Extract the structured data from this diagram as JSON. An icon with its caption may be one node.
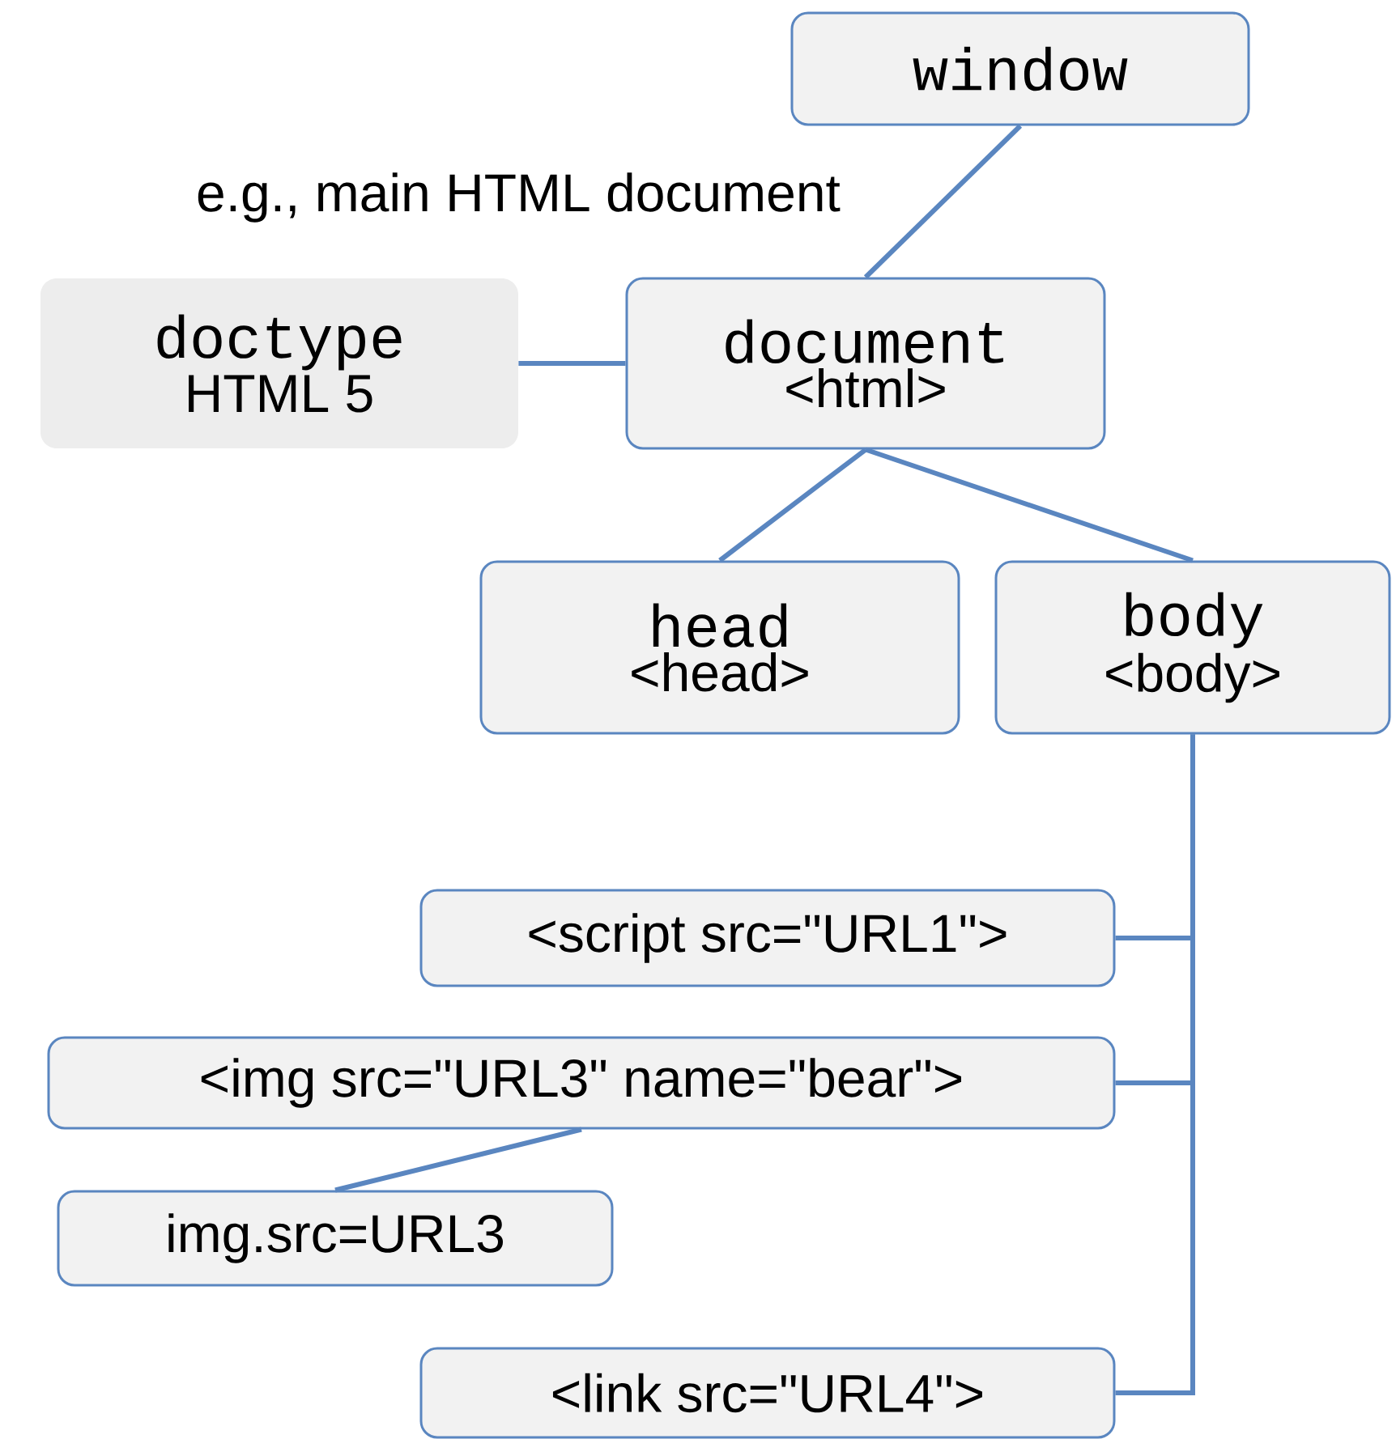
{
  "diagram": {
    "nodes": [
      {
        "text": [
          "window"
        ]
      },
      {
        "text": [
          "doctype",
          "HTML 5"
        ]
      },
      {
        "text": [
          "document",
          "<html>"
        ]
      },
      {
        "text": [
          "head",
          "<head>"
        ]
      },
      {
        "text": [
          "body",
          "<body>"
        ]
      },
      {
        "text": [
          "<script src=\"URL1\">"
        ]
      },
      {
        "text": [
          "<img src=\"URL3\" name=\"bear\">"
        ]
      },
      {
        "text": [
          "img.src=URL3"
        ]
      },
      {
        "text": [
          "<link src=\"URL4\">"
        ]
      }
    ],
    "edges": [
      {
        "from": 0,
        "to": 2,
        "arrow": "none"
      },
      {
        "from": 1,
        "to": 2,
        "arrow": "none"
      },
      {
        "from": 2,
        "to": 3,
        "arrow": "none"
      },
      {
        "from": 2,
        "to": 4,
        "arrow": "none"
      },
      {
        "from": 4,
        "to": 5,
        "arrow": "none"
      },
      {
        "from": 4,
        "to": 6,
        "arrow": "none"
      },
      {
        "from": 4,
        "to": 8,
        "arrow": "none"
      },
      {
        "from": 6,
        "to": 7,
        "arrow": "none"
      }
    ],
    "labels": [
      "e.g., main HTML document"
    ]
  }
}
